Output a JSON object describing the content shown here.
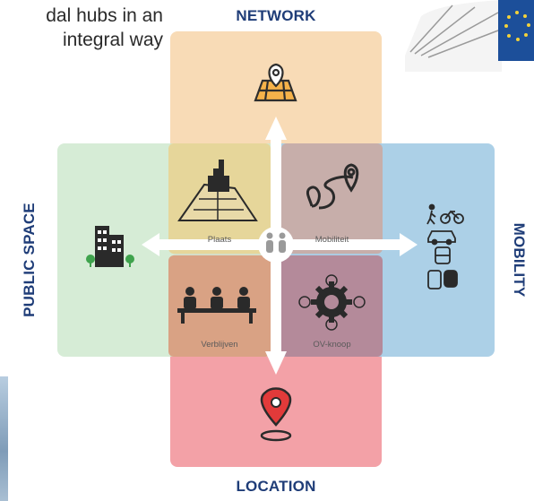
{
  "heading": {
    "line1": "dal hubs in an",
    "line2": "integral way"
  },
  "axes": {
    "top": "NETWORK",
    "bottom": "LOCATION",
    "left": "PUBLIC SPACE",
    "right": "MOBILITY"
  },
  "cells": {
    "top_left": "Plaats",
    "top_right": "Mobiliteit",
    "bottom_left": "Verblijven",
    "bottom_right": "OV-knoop"
  },
  "colors": {
    "network": "#f8d9b2",
    "location": "#f29ca2",
    "public_space": "#cfe9cf",
    "mobility": "#a8cde6",
    "label": "#1f3d78"
  }
}
